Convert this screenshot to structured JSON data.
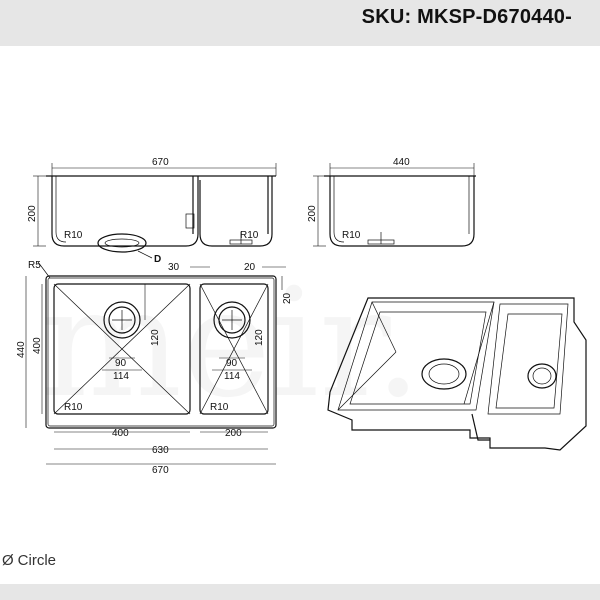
{
  "header": {
    "sku": "SKU: MKSP-D670440-"
  },
  "legend": {
    "symbol": "Ø",
    "label": "Circle"
  },
  "watermark": {
    "text": "meir."
  },
  "drawing": {
    "front_view": {
      "width": "670",
      "height": "200",
      "radius_left": "R10",
      "radius_right": "R10",
      "drain_label": "D"
    },
    "side_view": {
      "width": "440",
      "height": "200",
      "radius": "R10"
    },
    "top_view": {
      "corner_radius": "R5",
      "divider_width": "30",
      "edge_right": "20",
      "edge_top": "20",
      "outer_height": "440",
      "bowl_height": "400",
      "large_bowl": {
        "waste_depth": "120",
        "inner_d": "90",
        "outer_d": "114",
        "radius": "R10",
        "width": "400"
      },
      "small_bowl": {
        "waste_depth": "120",
        "inner_d": "90",
        "outer_d": "114",
        "radius": "R10",
        "width": "200"
      },
      "inner_total": "630",
      "outer_total": "670"
    }
  },
  "colors": {
    "line": "#111111",
    "header_bg": "#e6e6e6",
    "background": "#ffffff"
  }
}
